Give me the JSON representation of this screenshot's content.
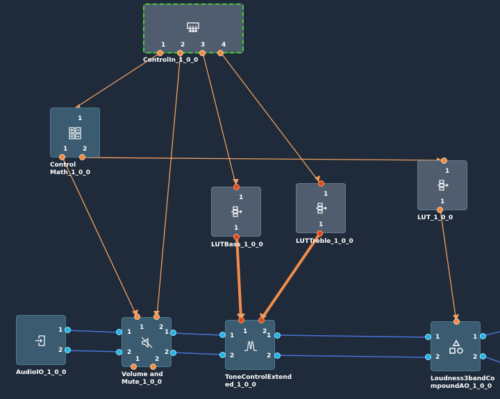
{
  "nodes": {
    "control_in": {
      "label": "ControlIn_1_0_0",
      "pins": [
        "1",
        "2",
        "3",
        "4"
      ]
    },
    "control_math": {
      "label_line1": "Control",
      "label_line2": "Math_1_0_0",
      "in_pin": "1",
      "out_pins": [
        "1",
        "2"
      ]
    },
    "lut_bass": {
      "label": "LUTBass_1_0_0",
      "in_pin": "1",
      "out_pin": "1"
    },
    "lut_treble": {
      "label": "LUTTreble_1_0_0",
      "in_pin": "1",
      "out_pin": "1"
    },
    "lut": {
      "label": "LUT_1_0_0",
      "in_pin": "1",
      "out_pin": "1"
    },
    "audio_io": {
      "label": "AudioIO_1_0_0",
      "out_pins": [
        "1",
        "2"
      ]
    },
    "volume_mute": {
      "label_line1": "Volume and",
      "label_line2": "Mute_1_0_0",
      "ctrl_pins": [
        "1",
        "2"
      ],
      "in_pins": [
        "1",
        "2"
      ],
      "out_pins": [
        "1",
        "2"
      ],
      "bottom_pins": [
        "1",
        "2"
      ]
    },
    "tone_control": {
      "label_line1": "ToneControlExtend",
      "label_line2": "ed_1_0_0",
      "ctrl_pins": [
        "1",
        "2"
      ],
      "in_pins": [
        "1",
        "2"
      ],
      "out_pins": [
        "1",
        "2"
      ]
    },
    "loudness": {
      "label_line1": "Loudness3bandCo",
      "label_line2": "mpoundAO_1_0_0",
      "in_pins": [
        "1",
        "2"
      ],
      "out_pins": [
        "1",
        "2"
      ]
    }
  },
  "colors": {
    "background": "#1f2b3a",
    "control_wire": "#f0a060",
    "control_wire_bold": "#f28c4a",
    "audio_wire": "#4a72d8",
    "control_node": "#4f5d6f",
    "audio_node": "#3a5b70",
    "selection": "#45d12f"
  },
  "icons": {
    "control_in": "control-input-icon",
    "control_math": "calculator-icon",
    "lut": "lookup-table-icon",
    "audio_io": "audio-io-icon",
    "volume_mute": "speaker-mute-icon",
    "tone_control": "eq-curve-icon",
    "loudness": "shapes-icon"
  }
}
